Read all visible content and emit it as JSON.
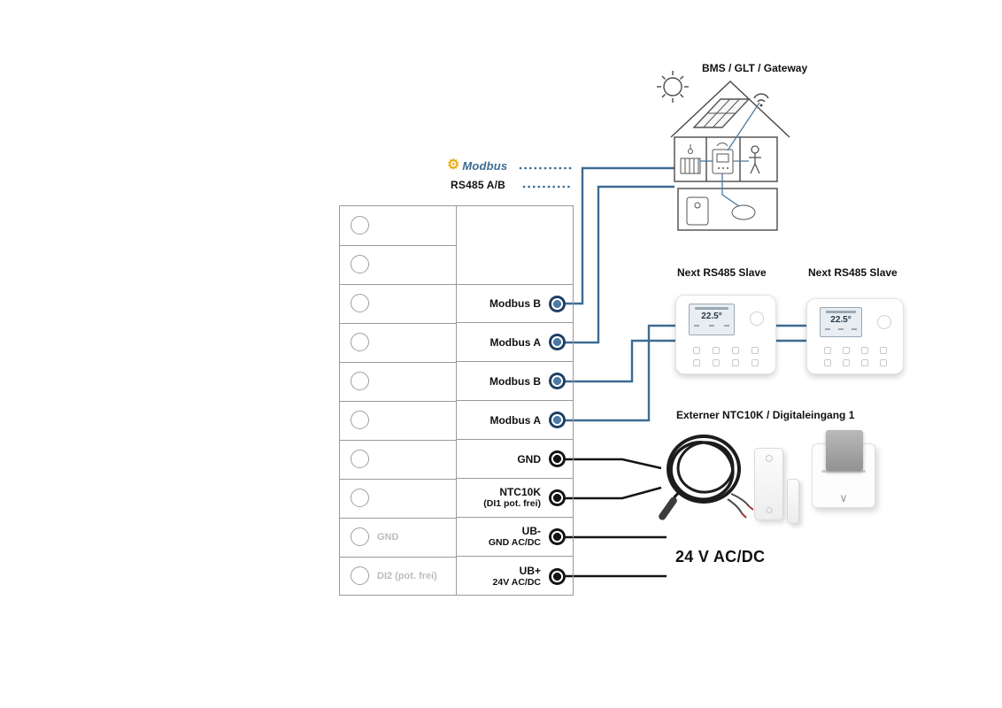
{
  "colors": {
    "accent_blue": "#3d6b93",
    "dot_blue_fill": "#4d7ba3",
    "dot_blue_ring": "#1d3f63",
    "line_black": "#141414",
    "modbus_yellow": "#f2a900",
    "muted_gray": "#bcbcbc"
  },
  "icons": {
    "modbus_gear": "⚙",
    "keycard_chevron": "∨"
  },
  "header": {
    "modbus_logo": "Modbus",
    "rs485_label": "RS485 A/B",
    "bms_label": "BMS / GLT / Gateway"
  },
  "slaves": {
    "slave1_label": "Next RS485 Slave",
    "slave2_label": "Next RS485 Slave",
    "screen_temp": "22.5°"
  },
  "sensors": {
    "section_label": "Externer NTC10K / Digitaleingang 1"
  },
  "power": {
    "label": "24 V AC/DC"
  },
  "terminal_table": {
    "rows": [
      {
        "left_label": "",
        "right_main": "",
        "right_sub": "",
        "dot": "none"
      },
      {
        "left_label": "",
        "right_main": "",
        "right_sub": "",
        "dot": "none"
      },
      {
        "left_label": "",
        "right_main": "Modbus B",
        "right_sub": "",
        "dot": "blue"
      },
      {
        "left_label": "",
        "right_main": "Modbus A",
        "right_sub": "",
        "dot": "blue"
      },
      {
        "left_label": "",
        "right_main": "Modbus B",
        "right_sub": "",
        "dot": "blue"
      },
      {
        "left_label": "",
        "right_main": "Modbus A",
        "right_sub": "",
        "dot": "blue"
      },
      {
        "left_label": "",
        "right_main": "GND",
        "right_sub": "",
        "dot": "black"
      },
      {
        "left_label": "",
        "right_main": "NTC10K",
        "right_sub": "(DI1 pot. frei)",
        "dot": "black"
      },
      {
        "left_label": "GND",
        "right_main": "UB-",
        "right_sub": "GND AC/DC",
        "dot": "black"
      },
      {
        "left_label": "DI2 (pot. frei)",
        "right_main": "UB+",
        "right_sub": "24V AC/DC",
        "dot": "black"
      }
    ]
  }
}
